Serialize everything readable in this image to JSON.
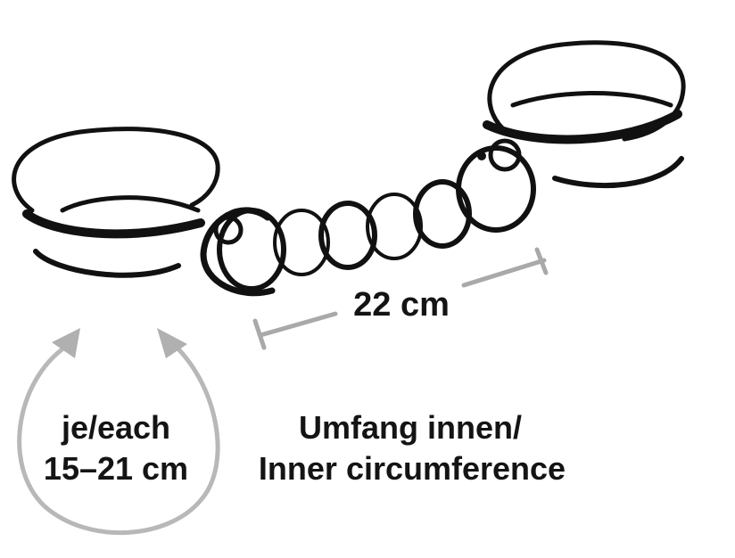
{
  "chain_length": "22 cm",
  "circumference": {
    "line1": "je/each",
    "line2": "15–21 cm"
  },
  "description": {
    "line1": "Umfang innen/",
    "line2": "Inner circumference"
  },
  "colors": {
    "ink": "#111111",
    "dimension_line": "#a9a9a9",
    "arrow": "#b8b8b8"
  }
}
